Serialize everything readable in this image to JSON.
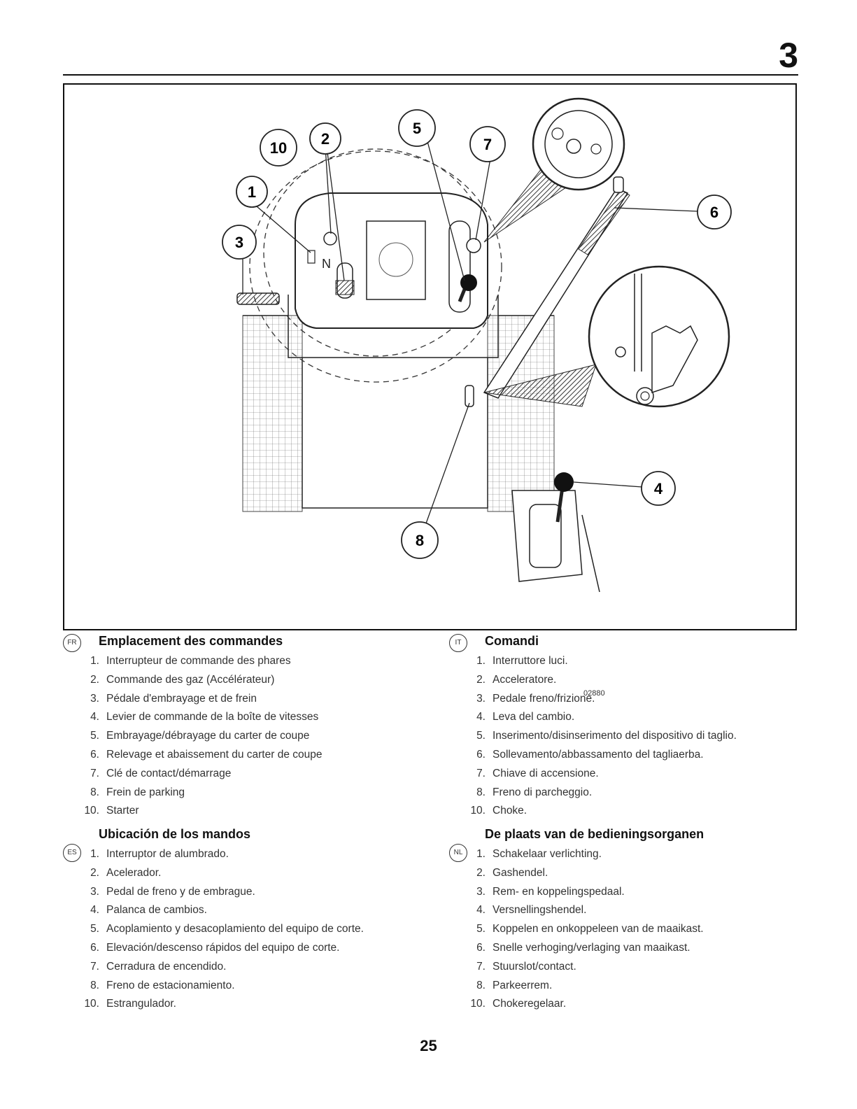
{
  "chapter_number": "3",
  "figure": {
    "code": "02880",
    "callouts": [
      "1",
      "2",
      "3",
      "4",
      "5",
      "6",
      "7",
      "8",
      "10"
    ]
  },
  "sections": {
    "fr": {
      "lang": "FR",
      "title": "Emplacement des commandes",
      "items": [
        {
          "n": "1.",
          "t": "Interrupteur de commande des phares"
        },
        {
          "n": "2.",
          "t": "Commande des gaz (Accélérateur)"
        },
        {
          "n": "3.",
          "t": "Pédale d'embrayage et de frein"
        },
        {
          "n": "4.",
          "t": "Levier de commande de la boîte de vitesses"
        },
        {
          "n": "5.",
          "t": "Embrayage/débrayage du carter de coupe"
        },
        {
          "n": "6.",
          "t": "Relevage et abaissement du carter de coupe"
        },
        {
          "n": "7.",
          "t": "Clé de contact/démarrage"
        },
        {
          "n": "8.",
          "t": "Frein de parking"
        },
        {
          "n": "10.",
          "t": "Starter"
        }
      ]
    },
    "it": {
      "lang": "IT",
      "title": "Comandi",
      "items": [
        {
          "n": "1.",
          "t": "Interruttore luci."
        },
        {
          "n": "2.",
          "t": "Acceleratore."
        },
        {
          "n": "3.",
          "t": "Pedale freno/frizione."
        },
        {
          "n": "4.",
          "t": "Leva del cambio."
        },
        {
          "n": "5.",
          "t": "Inserimento/disinserimento del dispositivo di taglio."
        },
        {
          "n": "6.",
          "t": "Sollevamento/abbassamento del tagliaerba."
        },
        {
          "n": "7.",
          "t": "Chiave di accensione."
        },
        {
          "n": "8.",
          "t": "Freno di parcheggio."
        },
        {
          "n": "10.",
          "t": "Choke."
        }
      ]
    },
    "es": {
      "lang": "ES",
      "title": "Ubicación de los mandos",
      "items": [
        {
          "n": "1.",
          "t": "Interruptor de alumbrado."
        },
        {
          "n": "2.",
          "t": "Acelerador."
        },
        {
          "n": "3.",
          "t": "Pedal de freno y de embrague."
        },
        {
          "n": "4.",
          "t": "Palanca de cambios."
        },
        {
          "n": "5.",
          "t": "Acoplamiento y desacoplamiento del equipo de corte."
        },
        {
          "n": "6.",
          "t": "Elevación/descenso rápidos del equipo de corte."
        },
        {
          "n": "7.",
          "t": "Cerradura de encendido."
        },
        {
          "n": "8.",
          "t": "Freno de estacionamiento."
        },
        {
          "n": "10.",
          "t": "Estrangulador."
        }
      ]
    },
    "nl": {
      "lang": "NL",
      "title": "De plaats van de bedieningsorganen",
      "items": [
        {
          "n": "1.",
          "t": "Schakelaar verlichting."
        },
        {
          "n": "2.",
          "t": "Gashendel."
        },
        {
          "n": "3.",
          "t": "Rem- en koppelingspedaal."
        },
        {
          "n": "4.",
          "t": "Versnellingshendel."
        },
        {
          "n": "5.",
          "t": "Koppelen en onkoppeleen van de maaikast."
        },
        {
          "n": "6.",
          "t": "Snelle verhoging/verlaging van maaikast."
        },
        {
          "n": "7.",
          "t": "Stuurslot/contact."
        },
        {
          "n": "8.",
          "t": "Parkeerrem."
        },
        {
          "n": "10.",
          "t": "Chokeregelaar."
        }
      ]
    }
  },
  "page_number": "25"
}
